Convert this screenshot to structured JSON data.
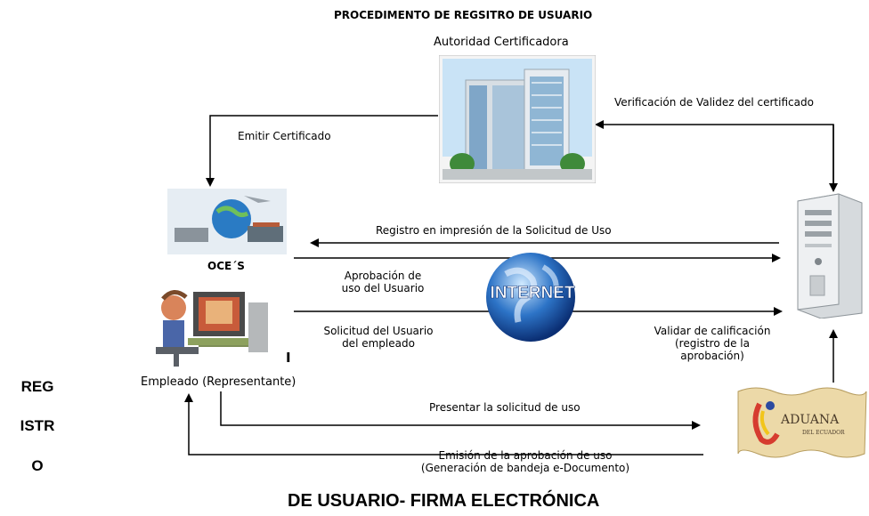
{
  "diagram": {
    "title": "PROCEDIMENTO DE REGSITRO DE USUARIO",
    "authority_label": "Autoridad Certificadora",
    "oces_label": "OCE´S",
    "employee_label_main": "Empleado",
    "employee_label_sub": "(Representante)",
    "internet_label": "INTERNET",
    "aduana_main": "ADUANA",
    "aduana_sub": "DEL ECUADOR",
    "side_text": [
      "REG",
      "ISTR",
      "O"
    ],
    "bottom_title": "DE USUARIO- FIRMA ELECTRÓNICA",
    "cursor_mark": "I",
    "edges": {
      "verificacion": "Verificación de Validez del certificado",
      "emitir": "Emitir Certificado",
      "registro": "Registro en impresión de la Solicitud de Uso",
      "aprobacion_1": "Aprobación de",
      "aprobacion_2": "uso del Usuario",
      "solicitud_1": "Solicitud del Usuario",
      "solicitud_2": "del empleado",
      "validar_1": "Validar de calificación",
      "validar_2": "(registro de la",
      "validar_3": "aprobación)",
      "presentar": "Presentar la solicitud de uso",
      "emision_1": "Emisión de la aprobación de uso",
      "emision_2": "(Generación de bandeja e-Documento)"
    }
  }
}
